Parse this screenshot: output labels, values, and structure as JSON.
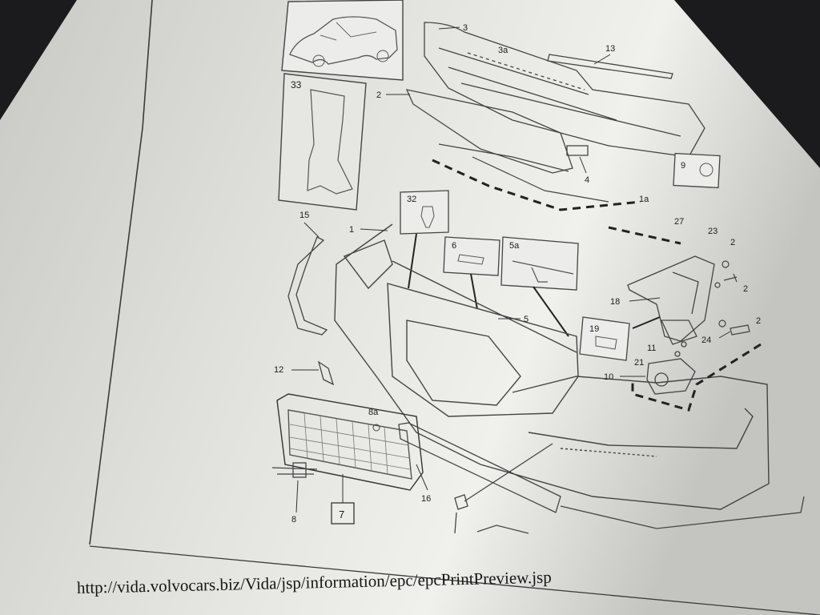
{
  "url": "http://vida.volvocars.biz/Vida/jsp/information/epc/epcPrintPreview.jsp",
  "part_numbers": {
    "p1": "1",
    "p1a": "1a",
    "p2": "2",
    "p3": "3",
    "p3a": "3a",
    "p4": "4",
    "p5": "5",
    "p5a": "5a",
    "p6": "6",
    "p7": "7",
    "p8": "8",
    "p8a": "8a",
    "p9": "9",
    "p10": "10",
    "p11": "11",
    "p12": "12",
    "p13": "13",
    "p15": "15",
    "p16": "16",
    "p18": "18",
    "p19": "19",
    "p21": "21",
    "p23": "23",
    "p24": "24",
    "p27": "27",
    "p32": "32",
    "p33": "33",
    "p2_right_top": "2",
    "p2_right_mid": "2",
    "p2_right_low": "2"
  },
  "colors": {
    "background": "#1b1b1d",
    "paper": "#dcdcd8",
    "ink": "#2a2a2a"
  }
}
